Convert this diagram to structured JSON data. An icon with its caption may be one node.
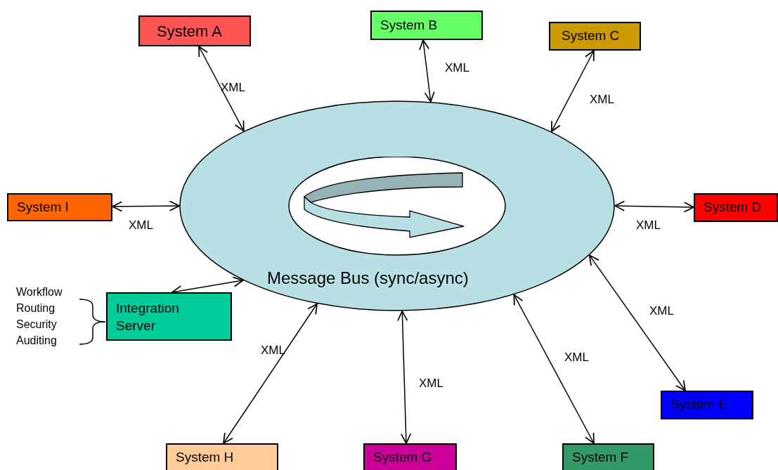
{
  "diagram": {
    "nodes": [
      {
        "text": [
          "System A"
        ]
      },
      {
        "text": [
          "System B"
        ]
      },
      {
        "text": [
          "System C"
        ]
      },
      {
        "text": [
          "Message Bus (sync/async)"
        ]
      },
      {
        "text": [
          "System I"
        ]
      },
      {
        "text": [
          "System D"
        ]
      },
      {
        "text": [
          "Integration Server"
        ]
      },
      {
        "text": [
          "System E"
        ]
      },
      {
        "text": [
          "System H"
        ]
      },
      {
        "text": [
          "System G"
        ]
      },
      {
        "text": [
          "System F"
        ]
      }
    ],
    "edges": [
      {
        "from": 0,
        "to": 3,
        "arrow": "both",
        "label": "XML"
      },
      {
        "from": 1,
        "to": 3,
        "arrow": "both",
        "label": "XML"
      },
      {
        "from": 2,
        "to": 3,
        "arrow": "both",
        "label": "XML"
      },
      {
        "from": 4,
        "to": 3,
        "arrow": "both",
        "label": "XML"
      },
      {
        "from": 5,
        "to": 3,
        "arrow": "both",
        "label": "XML"
      },
      {
        "from": 6,
        "to": 3,
        "arrow": "both"
      },
      {
        "from": 7,
        "to": 3,
        "arrow": "both",
        "label": "XML"
      },
      {
        "from": 8,
        "to": 3,
        "arrow": "both",
        "label": "XML"
      },
      {
        "from": 9,
        "to": 3,
        "arrow": "both",
        "label": "XML"
      },
      {
        "from": 10,
        "to": 3,
        "arrow": "both",
        "label": "XML"
      }
    ],
    "labels": [
      "Workflow",
      "Routing",
      "Security",
      "Auditing"
    ]
  }
}
